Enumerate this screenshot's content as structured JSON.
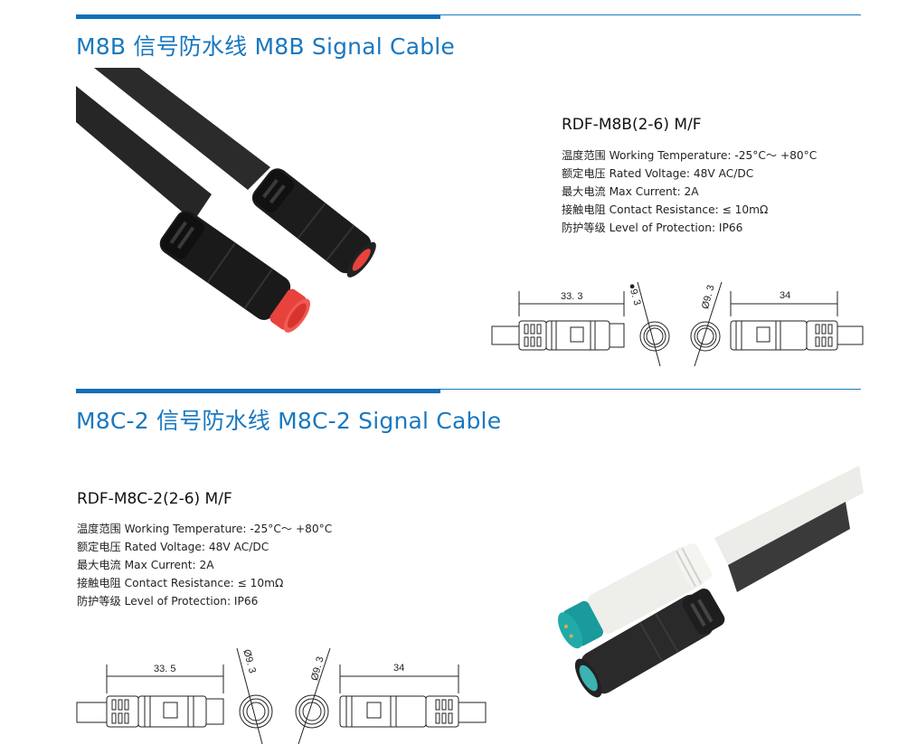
{
  "sections": [
    {
      "title": "M8B 信号防水线 M8B Signal Cable",
      "model": "RDF-M8B(2-6) M/F",
      "specs": [
        "温度范围 Working Temperature: -25°C～ +80°C",
        "额定电压 Rated Voltage: 48V AC/DC",
        "最大电流 Max Current: 2A",
        " 接触电阻 Contact Resistance: ≤ 10mΩ",
        "防护等级 Level of Protection: IP66"
      ],
      "photo": {
        "description": "black M8B signal cables with red connector heads",
        "body_color": "#1c1c1c",
        "accent_color": "#e8423c"
      },
      "drawing": {
        "left_length": "33. 3",
        "left_diameter": "●9. 3",
        "right_diameter": "Ø9. 3",
        "right_length": "34"
      }
    },
    {
      "title": "M8C-2 信号防水线 M8C-2 Signal Cable",
      "model": "RDF-M8C-2(2-6)  M/F",
      "specs": [
        "温度范围 Working Temperature: -25°C～ +80°C",
        "额定电压 Rated Voltage: 48V AC/DC",
        "最大电流 Max Current: 2A",
        " 接触电阻 Contact Resistance: ≤ 10mΩ",
        "防护等级 Level of Protection: IP66"
      ],
      "photo": {
        "description": "white and black M8C-2 cables with teal connector heads",
        "body_color": "#2a2a2a",
        "accent_color": "#1a9a9a",
        "white_color": "#eeeeea"
      },
      "drawing": {
        "left_length": "33. 5",
        "left_diameter": "Ø9. 3",
        "right_diameter": "Ø9. 3",
        "right_length": "34"
      }
    }
  ],
  "colors": {
    "accent": "#1a78bf",
    "rule": "#0f6fb8"
  }
}
